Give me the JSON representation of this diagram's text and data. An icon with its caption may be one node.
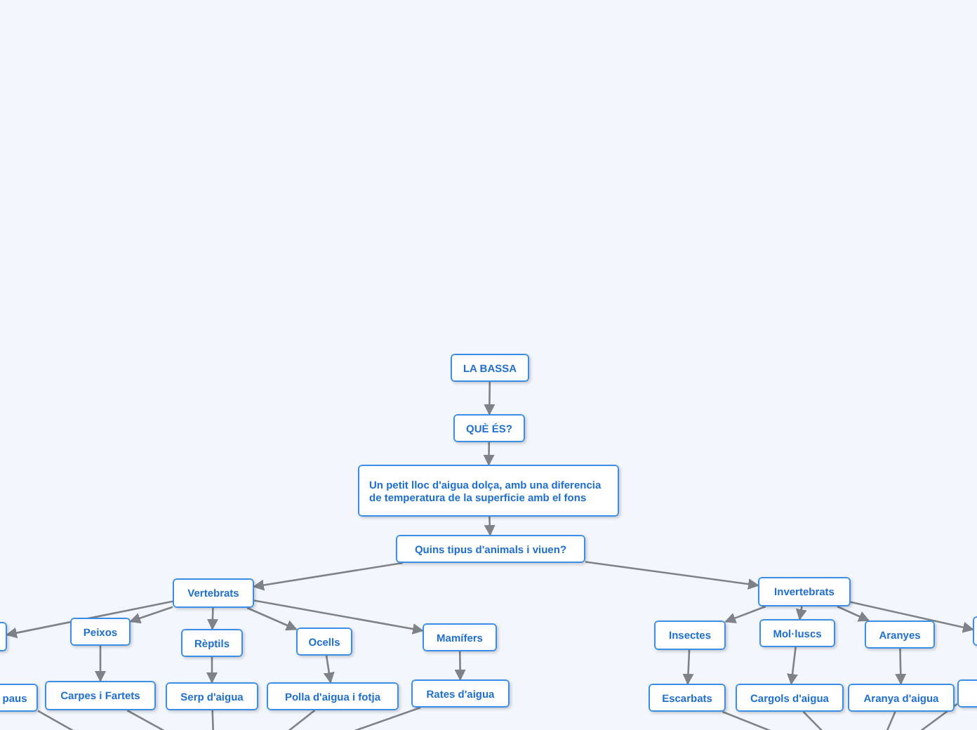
{
  "diagram": {
    "nodes": [
      {
        "text": [
          "LA BASSA"
        ]
      },
      {
        "text": [
          "QUÈ ÉS?"
        ]
      },
      {
        "text": [
          "Un petit lloc d'aigua dolça, amb una diferencia de temperatura de la superficie amb el fons"
        ]
      },
      {
        "text": [
          "Quins tipus d'animals i viuen?"
        ]
      },
      {
        "text": [
          "Vertebrats"
        ]
      },
      {
        "text": [
          "Invertebrats"
        ]
      },
      {
        "text": [],
        "shape": "box"
      },
      {
        "text": [
          "Peixos"
        ]
      },
      {
        "text": [
          "Rèptils"
        ]
      },
      {
        "text": [
          "Ocells"
        ]
      },
      {
        "text": [
          "Mamífers"
        ]
      },
      {
        "text": [
          "paus"
        ]
      },
      {
        "text": [
          "Carpes i Fartets"
        ]
      },
      {
        "text": [
          "Serp d'aigua"
        ]
      },
      {
        "text": [
          "Polla d'aigua i fotja"
        ]
      },
      {
        "text": [
          "Rates d'aigua"
        ]
      },
      {
        "text": [
          "Insectes"
        ]
      },
      {
        "text": [
          "Mol·luscs"
        ]
      },
      {
        "text": [
          "Aranyes"
        ]
      },
      {
        "text": [],
        "shape": "box"
      },
      {
        "text": [
          "Escarbats"
        ]
      },
      {
        "text": [
          "Cargols d'aigua"
        ]
      },
      {
        "text": [
          "Aranya d'aigua"
        ]
      },
      {
        "text": [],
        "shape": "box"
      }
    ],
    "edges": [
      {
        "from": 0,
        "to": 1,
        "arrow": "to"
      },
      {
        "from": 1,
        "to": 2,
        "arrow": "to"
      },
      {
        "from": 2,
        "to": 3,
        "arrow": "to"
      },
      {
        "from": 3,
        "to": 4,
        "arrow": "to"
      },
      {
        "from": 3,
        "to": 5,
        "arrow": "to"
      },
      {
        "from": 4,
        "to": 6,
        "arrow": "to"
      },
      {
        "from": 4,
        "to": 7,
        "arrow": "to"
      },
      {
        "from": 4,
        "to": 8,
        "arrow": "to"
      },
      {
        "from": 4,
        "to": 9,
        "arrow": "to"
      },
      {
        "from": 4,
        "to": 10,
        "arrow": "to"
      },
      {
        "from": 7,
        "to": 12,
        "arrow": "to"
      },
      {
        "from": 8,
        "to": 13,
        "arrow": "to"
      },
      {
        "from": 9,
        "to": 14,
        "arrow": "to"
      },
      {
        "from": 10,
        "to": 15,
        "arrow": "to"
      },
      {
        "from": 5,
        "to": 16,
        "arrow": "to"
      },
      {
        "from": 5,
        "to": 17,
        "arrow": "to"
      },
      {
        "from": 5,
        "to": 18,
        "arrow": "to"
      },
      {
        "from": 5,
        "to": 19,
        "arrow": "to"
      },
      {
        "from": 16,
        "to": 20,
        "arrow": "to"
      },
      {
        "from": 17,
        "to": 21,
        "arrow": "to"
      },
      {
        "from": 18,
        "to": 22,
        "arrow": "to"
      },
      {
        "from": 11,
        "to": null,
        "arrow": "none"
      },
      {
        "from": 12,
        "to": null,
        "arrow": "none"
      },
      {
        "from": 13,
        "to": null,
        "arrow": "none"
      },
      {
        "from": 14,
        "to": null,
        "arrow": "none"
      },
      {
        "from": 15,
        "to": null,
        "arrow": "none"
      },
      {
        "from": 20,
        "to": null,
        "arrow": "none"
      },
      {
        "from": 21,
        "to": null,
        "arrow": "none"
      },
      {
        "from": 22,
        "to": null,
        "arrow": "none"
      },
      {
        "from": 23,
        "to": null,
        "arrow": "none"
      }
    ]
  }
}
